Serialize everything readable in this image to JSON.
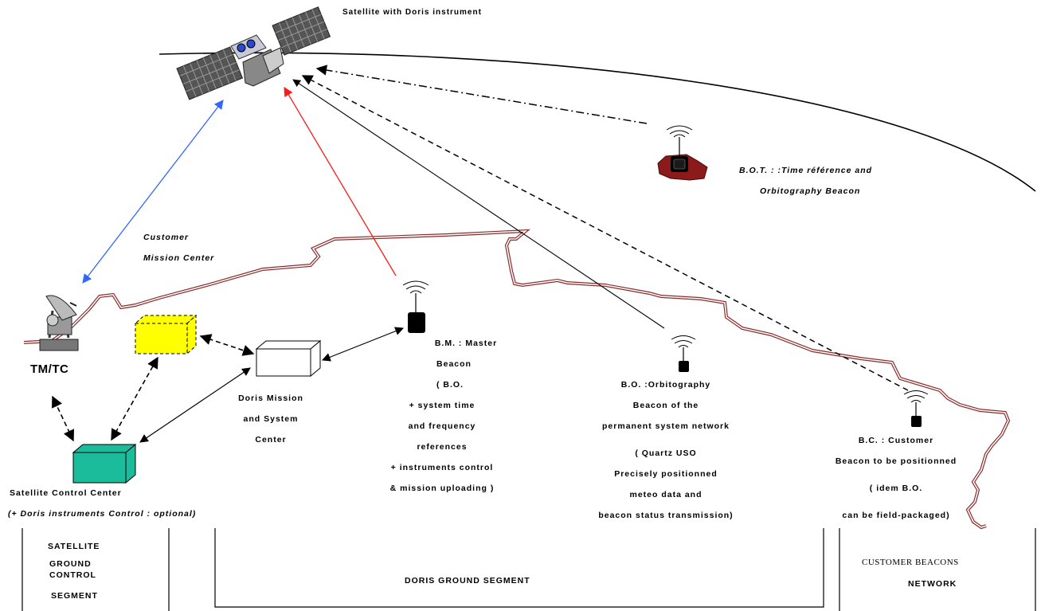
{
  "labels": {
    "satellite": "Satellite with Doris instrument",
    "bot_line1": "B.O.T. : :Time référence and",
    "bot_line2": "Orbitography Beacon",
    "customer_mc_line1": "Customer",
    "customer_mc_line2": "Mission Center",
    "tmtc": "TM/TC",
    "dmsc_line1": "Doris Mission",
    "dmsc_line2": "and System",
    "dmsc_line3": "Center",
    "bm_line1": "B.M. : Master",
    "bm_line2": "Beacon",
    "bm_line3": "( B.O.",
    "bm_line4": "+ system time",
    "bm_line5": "and frequency",
    "bm_line6": "references",
    "bm_line7": "+ instruments control",
    "bm_line8": "& mission uploading )",
    "bo_line1": "B.O. :Orbitography",
    "bo_line2": "Beacon of the",
    "bo_line3": "permanent system network",
    "bo_line4": "( Quartz USO",
    "bo_line5": "Precisely positionned",
    "bo_line6": "meteo data and",
    "bo_line7": "beacon status transmission)",
    "bc_line1": "B.C. : Customer",
    "bc_line2": "Beacon to be positionned",
    "bc_line3": "( idem B.O.",
    "bc_line4": "can be field-packaged)",
    "scc_line1": "Satellite Control Center",
    "scc_line2": "(+ Doris instruments Control : optional)"
  },
  "segments": {
    "satellite_ground_line1": "SATELLITE",
    "satellite_ground_line2": "GROUND",
    "satellite_ground_line3": "CONTROL",
    "satellite_ground_line4": "SEGMENT",
    "doris_ground": "DORIS GROUND SEGMENT",
    "customer_beacons_line1": "CUSTOMER BEACONS",
    "customer_beacons_line2": "NETWORK"
  },
  "colors": {
    "uplink_red": "#ff1a1a",
    "link_blue": "#3366ff",
    "customer_box": "#ffff00",
    "control_center_box": "#1abc9c",
    "network_line": "#8b2b2b",
    "bot_ground": "#8b1a1a"
  }
}
